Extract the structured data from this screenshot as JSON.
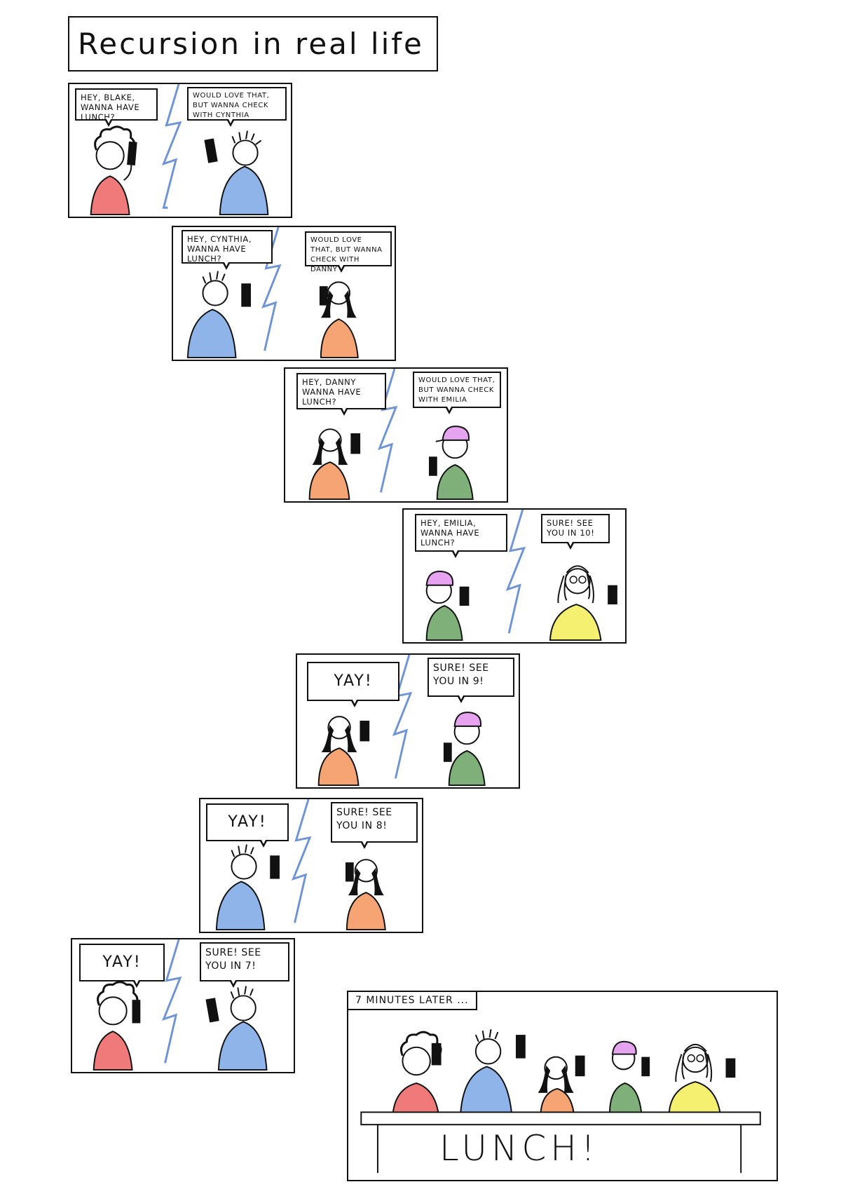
{
  "title": "Recursion in real life",
  "colors": {
    "blake_shirt": "#f07a7a",
    "cynthia_shirt": "#8fb4ea",
    "danny_shirt": "#f7a474",
    "emilia_shirt": "#7fb07a",
    "hat": "#e6a3f0",
    "friend_shirt": "#f5f070",
    "lightning": "#6f94d6"
  },
  "panels": [
    {
      "left": "HEY, BLAKE, WANNA HAVE LUNCH?",
      "right": "WOULD LOVE THAT, BUT WANNA CHECK WITH CYNTHIA"
    },
    {
      "left": "HEY, CYNTHIA, WANNA HAVE LUNCH?",
      "right": "WOULD LOVE THAT, BUT WANNA CHECK WITH DANNY"
    },
    {
      "left": "HEY, DANNY WANNA HAVE LUNCH?",
      "right": "WOULD LOVE THAT, BUT WANNA CHECK WITH EMILIA"
    },
    {
      "left": "HEY, EMILIA, WANNA HAVE LUNCH?",
      "right": "SURE! SEE YOU IN 10!"
    },
    {
      "left": "YAY!",
      "right": "SURE! SEE YOU IN 9!"
    },
    {
      "left": "YAY!",
      "right": "SURE! SEE YOU IN 8!"
    },
    {
      "left": "YAY!",
      "right": "SURE! SEE YOU IN 7!"
    }
  ],
  "final": {
    "caption": "7 MINUTES LATER ...",
    "table_text": "LUNCH!"
  }
}
